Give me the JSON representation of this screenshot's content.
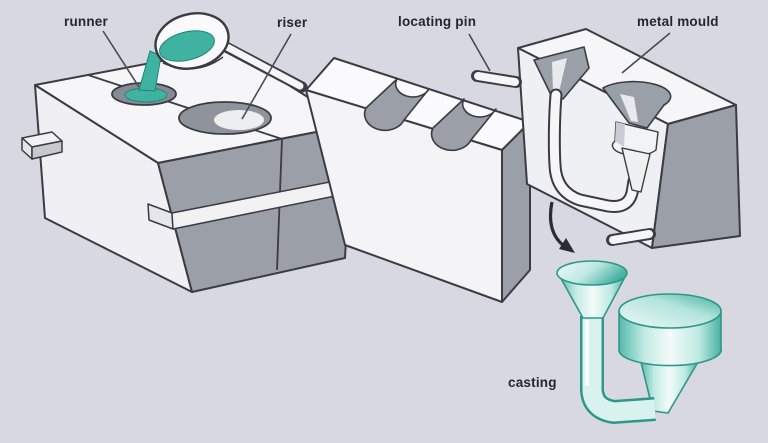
{
  "diagram": {
    "subject": "metal mould gravity die casting process",
    "background_color": "#d8d8e1",
    "labels": {
      "runner": "runner",
      "riser": "riser",
      "locating_pin": "locating pin",
      "metal_mould": "metal mould",
      "casting": "casting"
    },
    "colors": {
      "molten_metal": "#3fb2a2",
      "molten_metal_outline": "#1f8577",
      "casting_edge": "#2e978a",
      "mould_face": "#f4f4f7",
      "mould_shadow": "#9ba0a8",
      "outline": "#3b3b44",
      "label_text": "#26262e"
    }
  }
}
